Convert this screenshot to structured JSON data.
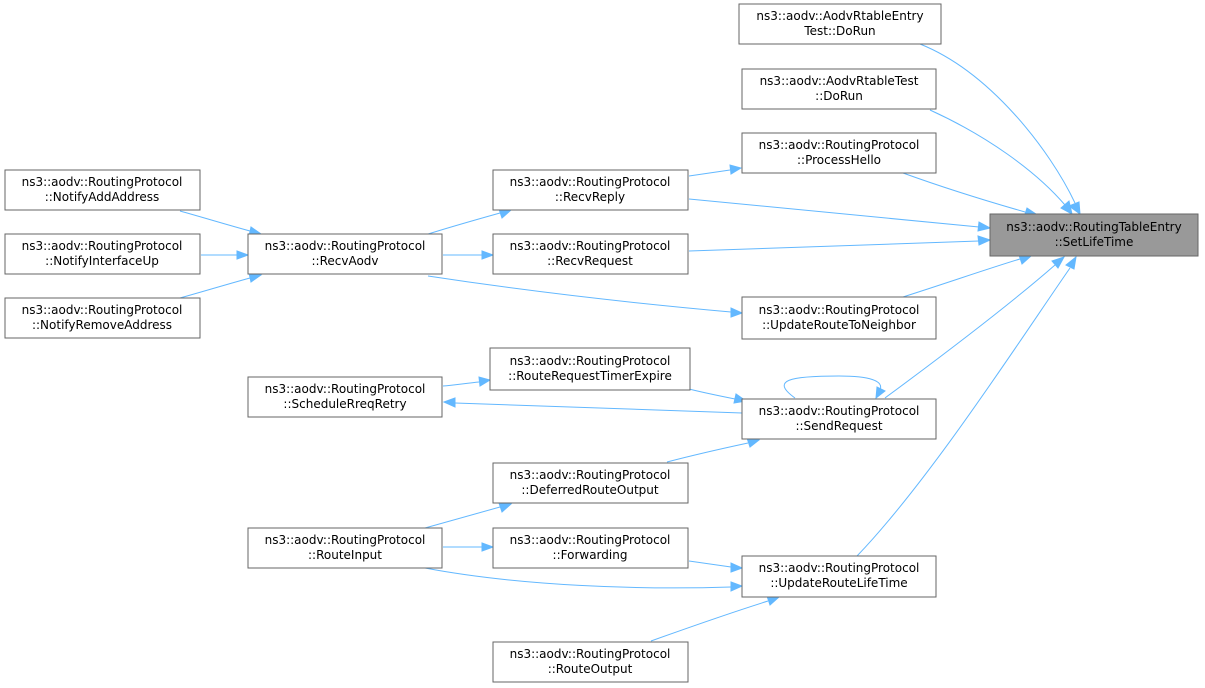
{
  "graph": {
    "nodes": {
      "set_life_time": {
        "line1": "ns3::aodv::RoutingTableEntry",
        "line2": "::SetLifeTime"
      },
      "rtable_entry_test": {
        "line1": "ns3::aodv::AodvRtableEntry",
        "line2": "Test::DoRun"
      },
      "rtable_test": {
        "line1": "ns3::aodv::AodvRtableTest",
        "line2": "::DoRun"
      },
      "process_hello": {
        "line1": "ns3::aodv::RoutingProtocol",
        "line2": "::ProcessHello"
      },
      "recv_reply": {
        "line1": "ns3::aodv::RoutingProtocol",
        "line2": "::RecvReply"
      },
      "recv_request": {
        "line1": "ns3::aodv::RoutingProtocol",
        "line2": "::RecvRequest"
      },
      "update_route_to_neighbor": {
        "line1": "ns3::aodv::RoutingProtocol",
        "line2": "::UpdateRouteToNeighbor"
      },
      "recv_aodv": {
        "line1": "ns3::aodv::RoutingProtocol",
        "line2": "::RecvAodv"
      },
      "notify_add_address": {
        "line1": "ns3::aodv::RoutingProtocol",
        "line2": "::NotifyAddAddress"
      },
      "notify_interface_up": {
        "line1": "ns3::aodv::RoutingProtocol",
        "line2": "::NotifyInterfaceUp"
      },
      "notify_remove_address": {
        "line1": "ns3::aodv::RoutingProtocol",
        "line2": "::NotifyRemoveAddress"
      },
      "send_request": {
        "line1": "ns3::aodv::RoutingProtocol",
        "line2": "::SendRequest"
      },
      "route_request_timer_expire": {
        "line1": "ns3::aodv::RoutingProtocol",
        "line2": "::RouteRequestTimerExpire"
      },
      "schedule_rreq_retry": {
        "line1": "ns3::aodv::RoutingProtocol",
        "line2": "::ScheduleRreqRetry"
      },
      "deferred_route_output": {
        "line1": "ns3::aodv::RoutingProtocol",
        "line2": "::DeferredRouteOutput"
      },
      "route_input": {
        "line1": "ns3::aodv::RoutingProtocol",
        "line2": "::RouteInput"
      },
      "forwarding": {
        "line1": "ns3::aodv::RoutingProtocol",
        "line2": "::Forwarding"
      },
      "update_route_life_time": {
        "line1": "ns3::aodv::RoutingProtocol",
        "line2": "::UpdateRouteLifeTime"
      },
      "route_output": {
        "line1": "ns3::aodv::RoutingProtocol",
        "line2": "::RouteOutput"
      }
    },
    "edges": [
      {
        "from": "rtable_entry_test",
        "to": "set_life_time"
      },
      {
        "from": "rtable_test",
        "to": "set_life_time"
      },
      {
        "from": "process_hello",
        "to": "set_life_time"
      },
      {
        "from": "recv_reply",
        "to": "set_life_time"
      },
      {
        "from": "recv_request",
        "to": "set_life_time"
      },
      {
        "from": "update_route_to_neighbor",
        "to": "set_life_time"
      },
      {
        "from": "send_request",
        "to": "set_life_time"
      },
      {
        "from": "update_route_life_time",
        "to": "set_life_time"
      },
      {
        "from": "recv_aodv",
        "to": "recv_reply"
      },
      {
        "from": "recv_reply",
        "to": "process_hello"
      },
      {
        "from": "recv_aodv",
        "to": "recv_request"
      },
      {
        "from": "recv_aodv",
        "to": "update_route_to_neighbor"
      },
      {
        "from": "notify_add_address",
        "to": "recv_aodv"
      },
      {
        "from": "notify_interface_up",
        "to": "recv_aodv"
      },
      {
        "from": "notify_remove_address",
        "to": "recv_aodv"
      },
      {
        "from": "send_request",
        "to": "send_request"
      },
      {
        "from": "route_request_timer_expire",
        "to": "send_request"
      },
      {
        "from": "schedule_rreq_retry",
        "to": "route_request_timer_expire"
      },
      {
        "from": "send_request",
        "to": "schedule_rreq_retry"
      },
      {
        "from": "deferred_route_output",
        "to": "send_request"
      },
      {
        "from": "route_input",
        "to": "deferred_route_output"
      },
      {
        "from": "route_input",
        "to": "forwarding"
      },
      {
        "from": "forwarding",
        "to": "update_route_life_time"
      },
      {
        "from": "route_input",
        "to": "update_route_life_time"
      },
      {
        "from": "route_output",
        "to": "update_route_life_time"
      }
    ]
  }
}
